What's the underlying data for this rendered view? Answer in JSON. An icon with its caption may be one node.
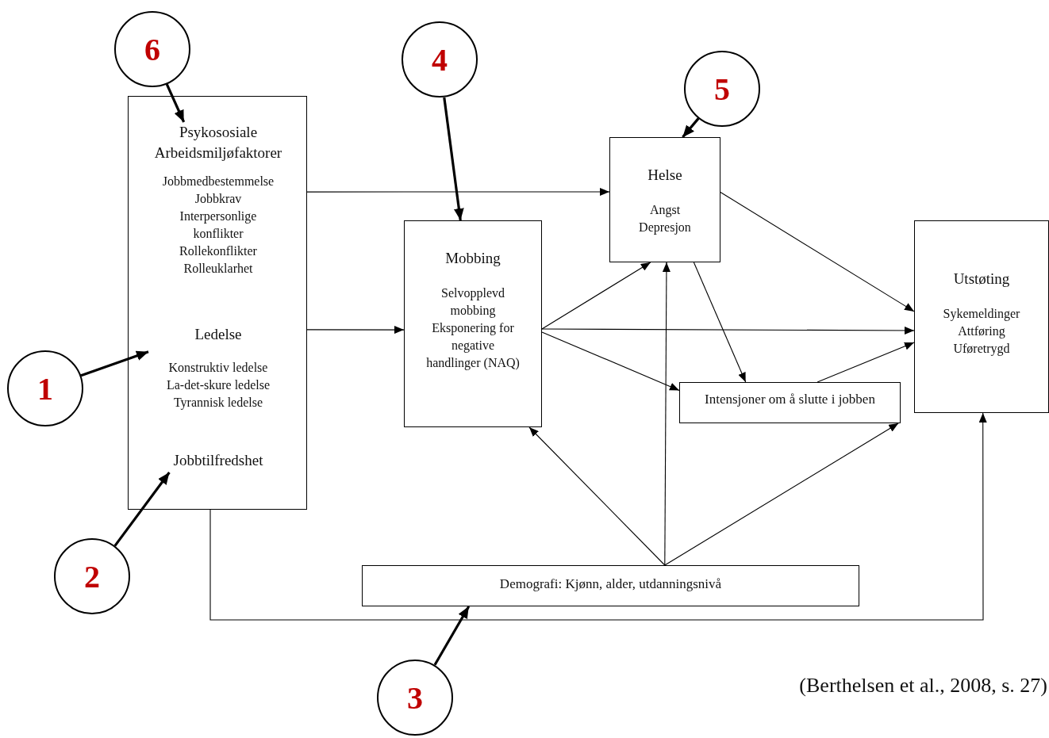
{
  "diagram": {
    "nodes": [
      {
        "text": [],
        "shape": "box"
      },
      {
        "text": [
          "Psykososiale Arbeidsmiljøfaktorer",
          "Jobbmedbestemmelse",
          "Jobbkrav",
          "Interpersonlige konflikter",
          "Rollekonflikter",
          "Rolleuklarhet"
        ],
        "in": 0
      },
      {
        "text": [
          "Ledelse",
          "Konstruktiv ledelse",
          "La-det-skure ledelse",
          "Tyrannisk ledelse"
        ],
        "in": 0
      },
      {
        "text": [
          "Jobbtilfredshet"
        ],
        "in": 0
      },
      {
        "text": [
          "Mobbing",
          "Selvopplevd mobbing",
          "Eksponering for negative handlinger (NAQ)"
        ]
      },
      {
        "text": [
          "Helse",
          "Angst",
          "Depresjon"
        ]
      },
      {
        "text": [
          "Utstøting",
          "Sykemeldinger",
          "Attføring",
          "Uføretrygd"
        ]
      },
      {
        "text": [
          "Intensjoner om å slutte i jobben"
        ]
      },
      {
        "text": [
          "Demografi: Kjønn, alder, utdanningsnivå"
        ]
      },
      {
        "text": [
          "6"
        ]
      },
      {
        "text": [
          "4"
        ]
      },
      {
        "text": [
          "5"
        ]
      },
      {
        "text": [
          "1"
        ]
      },
      {
        "text": [
          "2"
        ]
      },
      {
        "text": [
          "3"
        ]
      }
    ],
    "edges": [
      {
        "from": 0,
        "to": 5,
        "arrow": "to"
      },
      {
        "from": 0,
        "to": 4,
        "arrow": "to"
      },
      {
        "from": 4,
        "to": 5,
        "arrow": "to"
      },
      {
        "from": 4,
        "to": 6,
        "arrow": "to"
      },
      {
        "from": 4,
        "to": 7,
        "arrow": "to"
      },
      {
        "from": 5,
        "to": 6,
        "arrow": "to"
      },
      {
        "from": 5,
        "to": 7,
        "arrow": "to"
      },
      {
        "from": 7,
        "to": 6,
        "arrow": "to"
      },
      {
        "from": 8,
        "to": 4,
        "arrow": "to"
      },
      {
        "from": 8,
        "to": 5,
        "arrow": "to"
      },
      {
        "from": 8,
        "to": 7,
        "arrow": "to"
      },
      {
        "from": 0,
        "to": 6,
        "arrow": "to"
      },
      {
        "from": 9,
        "to": 1,
        "arrow": "to",
        "style": "thick"
      },
      {
        "from": 10,
        "to": 4,
        "arrow": "to",
        "style": "thick"
      },
      {
        "from": 11,
        "to": 5,
        "arrow": "to",
        "style": "thick"
      },
      {
        "from": 12,
        "to": 2,
        "arrow": "to",
        "style": "thick"
      },
      {
        "from": 13,
        "to": 3,
        "arrow": "to",
        "style": "thick"
      },
      {
        "from": 14,
        "to": 8,
        "arrow": "to",
        "style": "thick"
      }
    ],
    "labels": [
      "(Berthelsen et al., 2008, s. 27)"
    ]
  }
}
